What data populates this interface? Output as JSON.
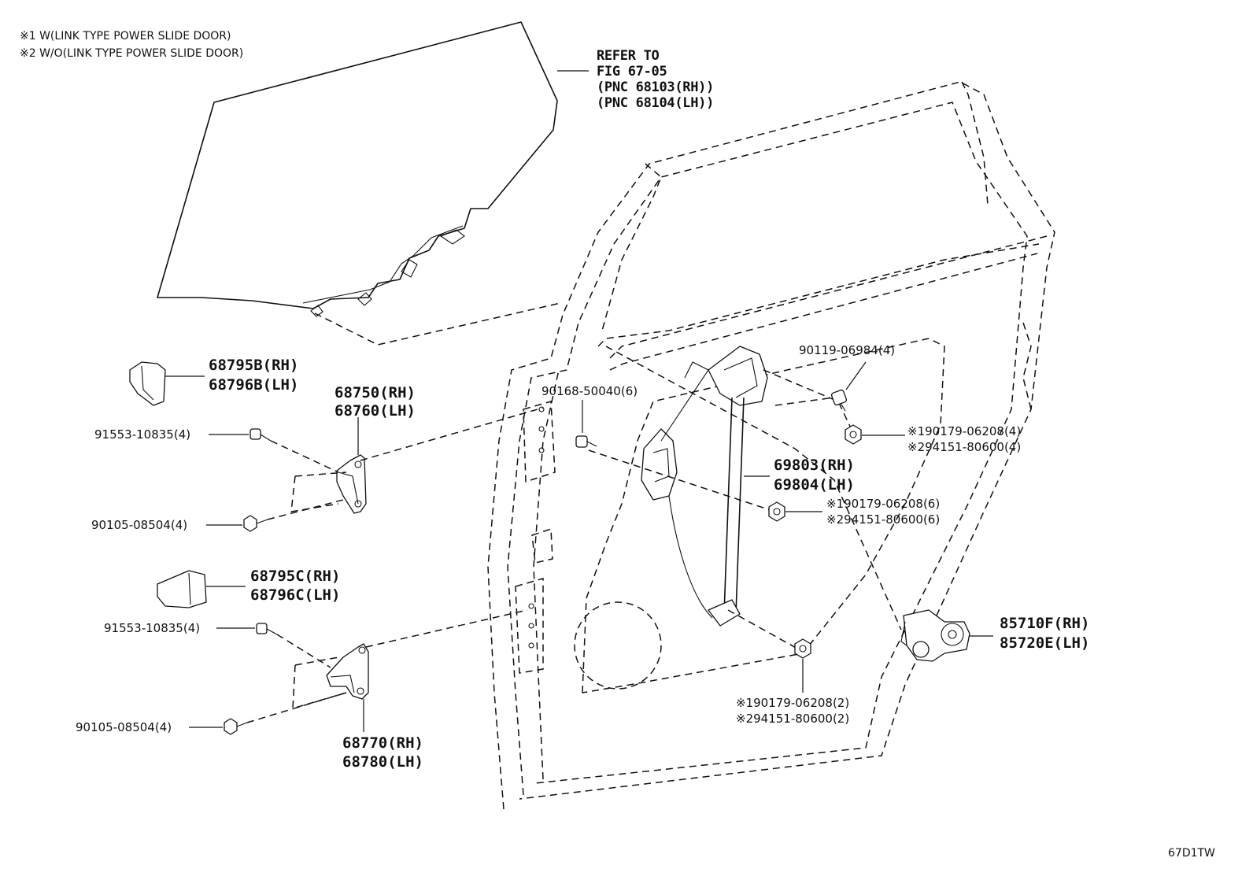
{
  "notes": {
    "n1": "※1 W(LINK TYPE POWER SLIDE DOOR)",
    "n2": "※2 W/O(LINK TYPE POWER SLIDE DOOR)"
  },
  "figure_code": "67D1TW",
  "glass_ref": {
    "l1": "REFER TO",
    "l2": "FIG 67-05",
    "l3": "(PNC 68103(RH))",
    "l4": "(PNC 68104(LH))"
  },
  "parts": {
    "cover_b": {
      "rh": "68795B(RH)",
      "lh": "68796B(LH)"
    },
    "hinge_upper": {
      "rh": "68750(RH)",
      "lh": "68760(LH)"
    },
    "bolt_91553_a": "91553-10835(4)",
    "bolt_90105_a": "90105-08504(4)",
    "cover_c": {
      "rh": "68795C(RH)",
      "lh": "68796C(LH)"
    },
    "bolt_91553_b": "91553-10835(4)",
    "bolt_90105_b": "90105-08504(4)",
    "hinge_lower": {
      "rh": "68770(RH)",
      "lh": "68780(LH)"
    },
    "bolt_90168": "90168-50040(6)",
    "bolt_90119": "90119-06984(4)",
    "nut_upper": {
      "n1": "※190179-06208(4)",
      "n2": "※294151-80600(4)"
    },
    "regulator": {
      "rh": "69803(RH)",
      "lh": "69804(LH)"
    },
    "nut_mid": {
      "n1": "※190179-06208(6)",
      "n2": "※294151-80600(6)"
    },
    "nut_lower": {
      "n1": "※190179-06208(2)",
      "n2": "※294151-80600(2)"
    },
    "motor": {
      "rh": "85710F(RH)",
      "lh": "85720E(LH)"
    }
  }
}
